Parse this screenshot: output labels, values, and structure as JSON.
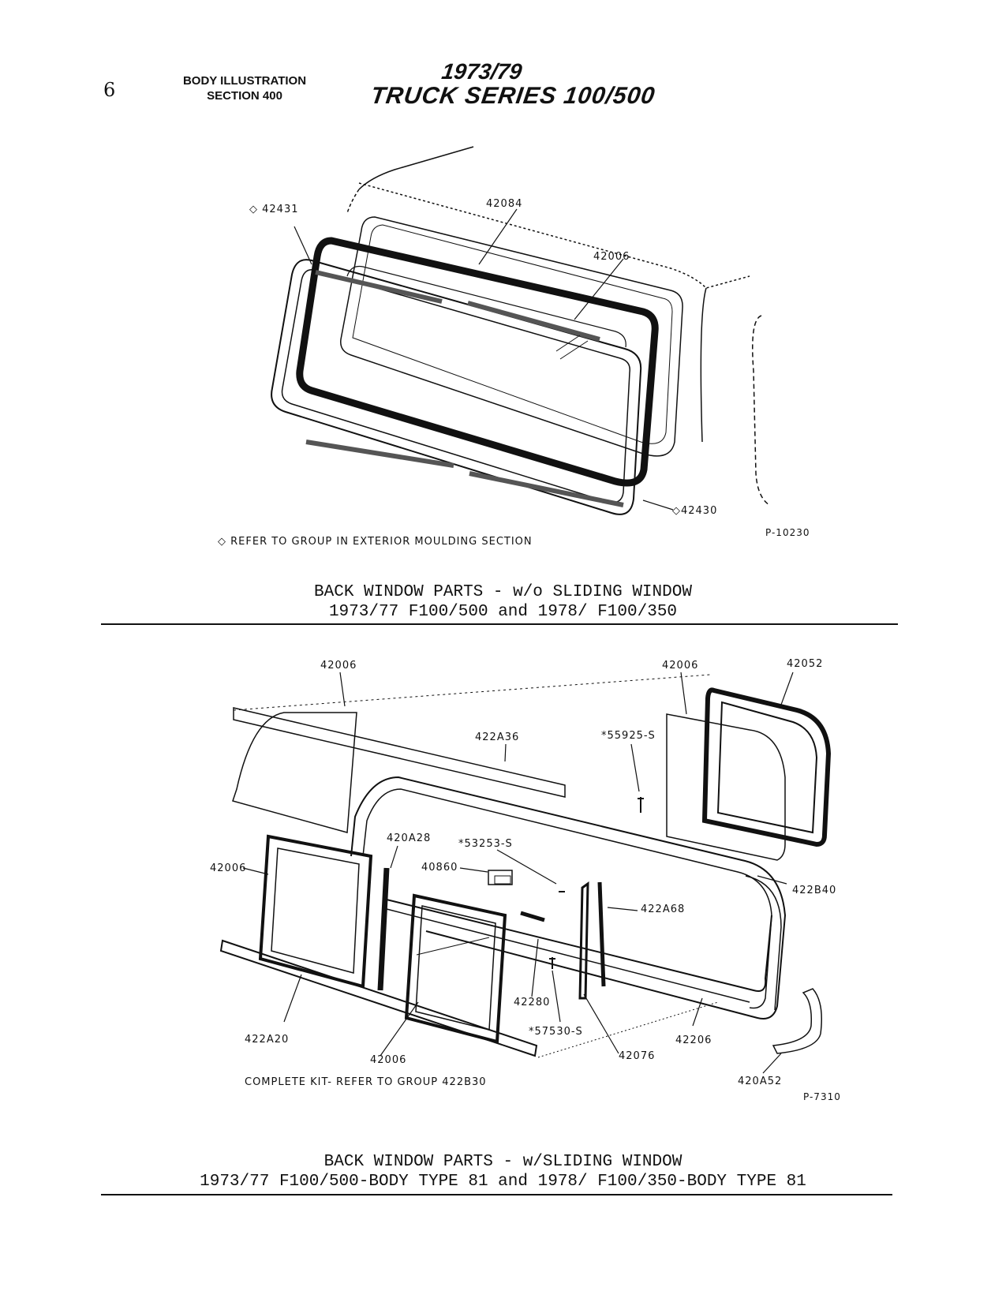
{
  "header": {
    "page_number": "6",
    "section_line1": "BODY ILLUSTRATION",
    "section_line2": "SECTION 400",
    "title_line1": "1973/79",
    "title_line2": "TRUCK SERIES 100/500"
  },
  "top_figure": {
    "labels": {
      "l42431": "◇ 42431",
      "l42084": "42084",
      "l42006": "42006",
      "l42430": "◇42430"
    },
    "figure_id": "P-10230",
    "note": "◇ REFER TO GROUP IN EXTERIOR MOULDING SECTION",
    "caption_line1": "BACK WINDOW PARTS - w/o SLIDING WINDOW",
    "caption_line2": "1973/77 F100/500 and 1978/   F100/350"
  },
  "bottom_figure": {
    "labels": {
      "l42006_top_left": "42006",
      "l42006_top_right": "42006",
      "l42052": "42052",
      "l422A36": "422A36",
      "l55925S": "*55925-S",
      "l420A28": "420A28",
      "l53253S": "*53253-S",
      "l42006_left": "42006",
      "l40860": "40860",
      "l422B40": "422B40",
      "l422A68": "422A68",
      "l42280": "42280",
      "l57530S": "*57530-S",
      "l422A20": "422A20",
      "l42076": "42076",
      "l42206": "42206",
      "l42006_bottom": "42006",
      "l420A52": "420A52"
    },
    "kit_note": "COMPLETE KIT- REFER TO  GROUP 422B30",
    "figure_id": "P-7310",
    "caption_line1": "BACK WINDOW PARTS - w/SLIDING WINDOW",
    "caption_line2": "1973/77 F100/500-BODY TYPE 81 and 1978/   F100/350-BODY TYPE 81"
  }
}
